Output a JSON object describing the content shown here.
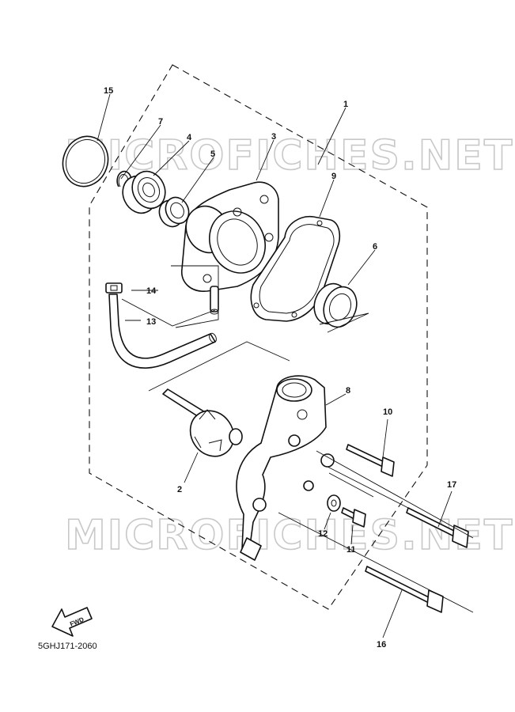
{
  "watermark": "MICROFICHES.NET",
  "diagram_code": "5GHJ171-2060",
  "fwd_label": "FWD",
  "callouts": {
    "c1": "1",
    "c2": "2",
    "c3": "3",
    "c4": "4",
    "c5": "5",
    "c6": "6",
    "c7": "7",
    "c8": "8",
    "c9": "9",
    "c10": "10",
    "c11": "11",
    "c12": "12",
    "c13": "13",
    "c14": "14",
    "c15": "15",
    "c16": "16",
    "c17": "17"
  }
}
